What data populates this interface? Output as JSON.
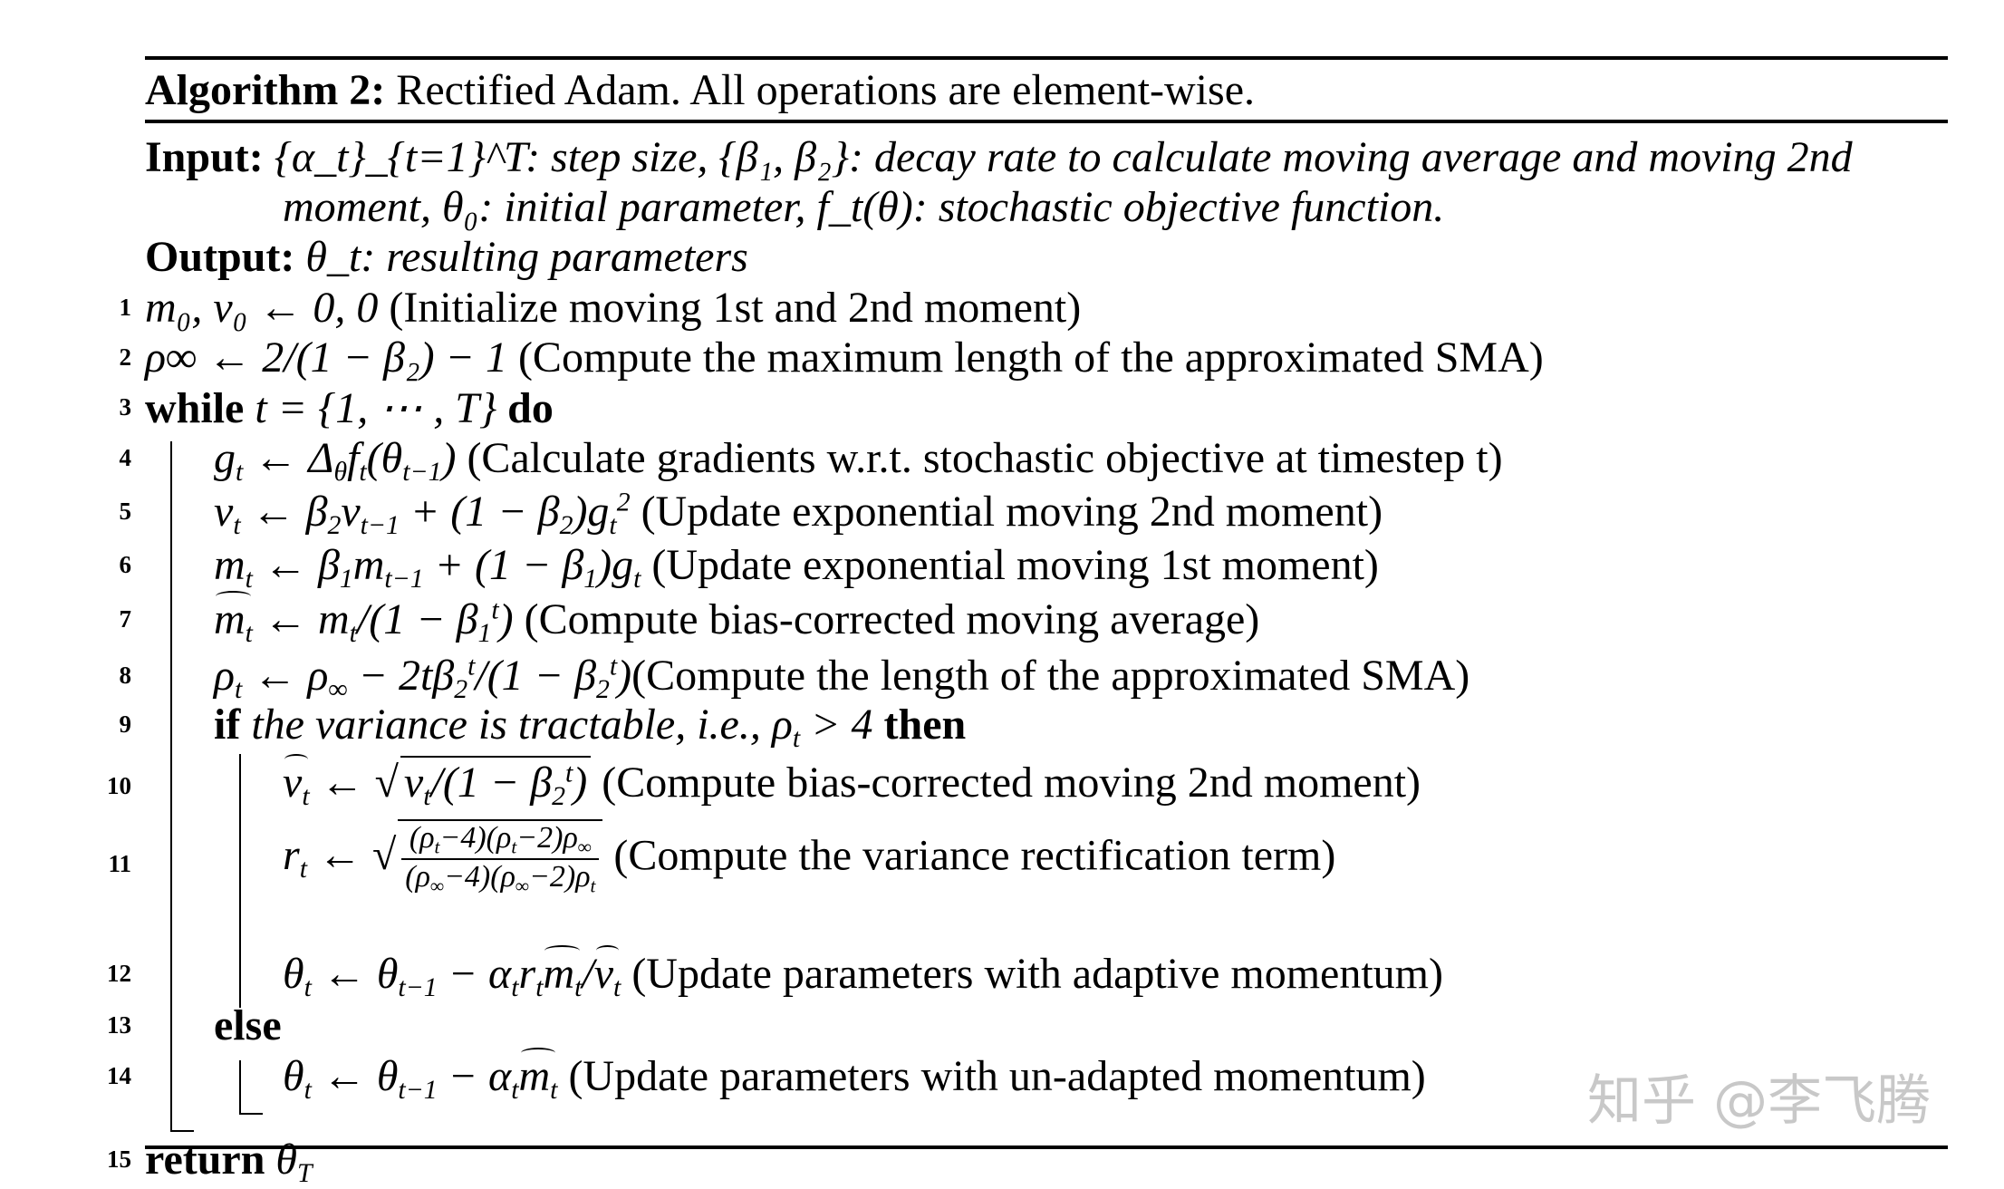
{
  "caption": {
    "label": "Algorithm 2:",
    "text": "Rectified Adam. All operations are element-wise."
  },
  "input": {
    "label": "Input:",
    "line1": "{α_t}_{t=1}^T: step size, {β₁, β₂}: decay rate to calculate moving average and moving 2nd",
    "line2": "moment, θ₀: initial parameter, f_t(θ): stochastic objective function."
  },
  "output": {
    "label": "Output:",
    "text": "θ_t: resulting parameters"
  },
  "lines": [
    {
      "num": "1",
      "math": "m₀, v₀ ← 0, 0",
      "comment": "(Initialize moving 1st and 2nd moment)"
    },
    {
      "num": "2",
      "math": "ρ∞ ← 2/(1 − β₂) − 1",
      "comment": "(Compute the maximum length of the approximated SMA)"
    },
    {
      "num": "3",
      "keyword": "while",
      "math": "t = {1, ⋯ , T}",
      "keyword2": "do"
    },
    {
      "num": "4",
      "math": "g_t ← Δ_θ f_t(θ_{t−1})",
      "comment": "(Calculate gradients w.r.t. stochastic objective at timestep t)"
    },
    {
      "num": "5",
      "math": "v_t ← β₂v_{t−1} + (1 − β₂)g_t²",
      "comment": "(Update exponential moving 2nd moment)"
    },
    {
      "num": "6",
      "math": "m_t ← β₁m_{t−1} + (1 − β₁)g_t",
      "comment": "(Update exponential moving 1st moment)"
    },
    {
      "num": "7",
      "math": "m̂_t ← m_t/(1 − β₁^t)",
      "comment": "(Compute bias-corrected moving average)"
    },
    {
      "num": "8",
      "math": "ρ_t ← ρ∞ − 2tβ₂^t/(1 − β₂^t)",
      "comment": "(Compute the length of the approximated SMA)"
    },
    {
      "num": "9",
      "keyword": "if",
      "cond": "the variance is tractable, i.e., ρ_t > 4",
      "keyword2": "then"
    },
    {
      "num": "10",
      "math": "v̂_t ← √(v_t/(1 − β₂^t))",
      "comment": "(Compute bias-corrected moving 2nd moment)"
    },
    {
      "num": "11",
      "math": "r_t ← √((ρ_t−4)(ρ_t−2)ρ∞ / (ρ∞−4)(ρ∞−2)ρ_t)",
      "comment": "(Compute the variance rectification term)"
    },
    {
      "num": "12",
      "math": "θ_t ← θ_{t−1} − α_t r_t m̂_t/v̂_t",
      "comment": "(Update parameters with adaptive momentum)"
    },
    {
      "num": "13",
      "keyword": "else"
    },
    {
      "num": "14",
      "math": "θ_t ← θ_{t−1} − α_t m̂_t",
      "comment": "(Update parameters with un-adapted momentum)"
    },
    {
      "num": "15",
      "keyword": "return",
      "math": "θ_T"
    }
  ],
  "watermark": "知乎 @李飞腾"
}
